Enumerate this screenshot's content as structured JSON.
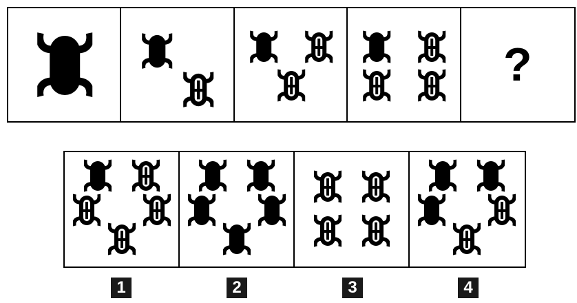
{
  "question_mark": "?",
  "sequence": [
    {
      "figures": [
        "solid"
      ]
    },
    {
      "figures": [
        "solid",
        "hollow"
      ]
    },
    {
      "figures": [
        "solid",
        "hollow",
        "hollow"
      ]
    },
    {
      "figures": [
        "solid",
        "hollow",
        "hollow",
        "hollow"
      ]
    }
  ],
  "options": [
    {
      "label": "1",
      "figures": [
        "solid",
        "hollow",
        "hollow",
        "hollow",
        "hollow"
      ]
    },
    {
      "label": "2",
      "figures": [
        "solid",
        "solid",
        "solid",
        "solid",
        "solid"
      ]
    },
    {
      "label": "3",
      "figures": [
        "hollow",
        "hollow",
        "hollow",
        "hollow"
      ]
    },
    {
      "label": "4",
      "figures": [
        "solid",
        "solid",
        "solid",
        "hollow",
        "hollow"
      ]
    }
  ]
}
